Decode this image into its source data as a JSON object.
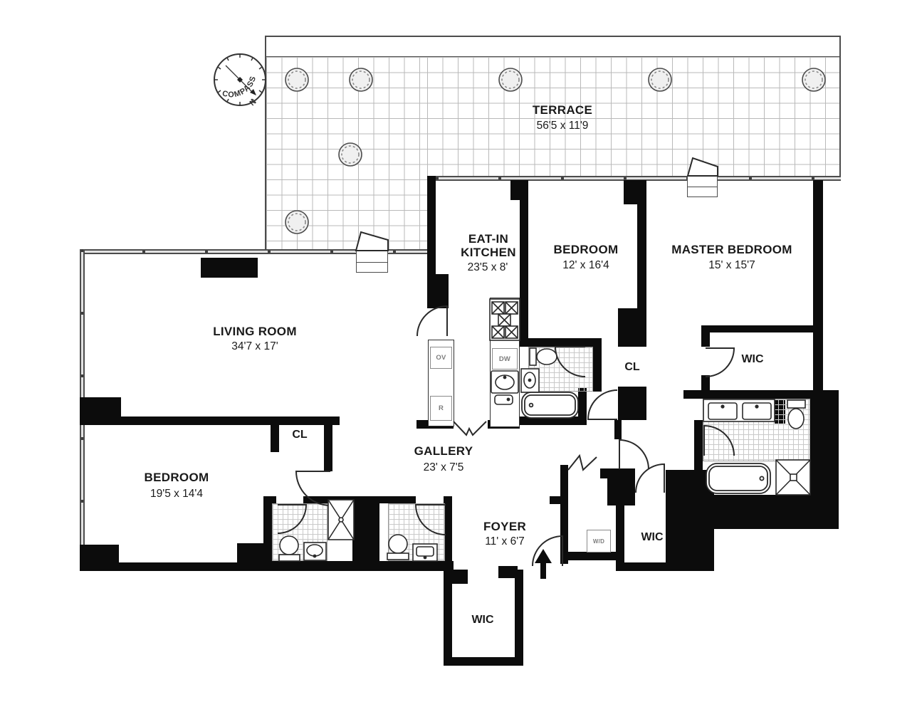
{
  "compass": {
    "label": "COMPASS",
    "north": "N"
  },
  "rooms": {
    "terrace": {
      "name": "TERRACE",
      "dims": "56'5 x 11'9"
    },
    "living": {
      "name": "LIVING ROOM",
      "dims": "34'7 x 17'"
    },
    "kitchen": {
      "name1": "EAT-IN",
      "name2": "KITCHEN",
      "dims": "23'5 x 8'"
    },
    "bedroom2": {
      "name": "BEDROOM",
      "dims": "12' x 16'4"
    },
    "master": {
      "name": "MASTER BEDROOM",
      "dims": "15' x 15'7"
    },
    "bedroom1": {
      "name": "BEDROOM",
      "dims": "19'5 x 14'4"
    },
    "gallery": {
      "name": "GALLERY",
      "dims": "23' x 7'5"
    },
    "foyer": {
      "name": "FOYER",
      "dims": "11' x 6'7"
    }
  },
  "closets": {
    "cl_living": "CL",
    "cl_bedroom2": "CL",
    "wic_master": "WIC",
    "wic_foyer": "WIC",
    "wic_lower": "WIC"
  },
  "appliances": {
    "oven": "OV",
    "refrigerator": "R",
    "dishwasher": "DW",
    "washer_dryer": "W/D"
  },
  "icons": {
    "compass_rose": "compass-rose-icon",
    "entry_arrow": "entry-arrow-icon",
    "planter": "planter-icon"
  },
  "colors": {
    "wall": "#0c0c0c",
    "grid_line": "#b9b9b9",
    "tile_line": "#c9c9c9",
    "background": "#ffffff"
  }
}
